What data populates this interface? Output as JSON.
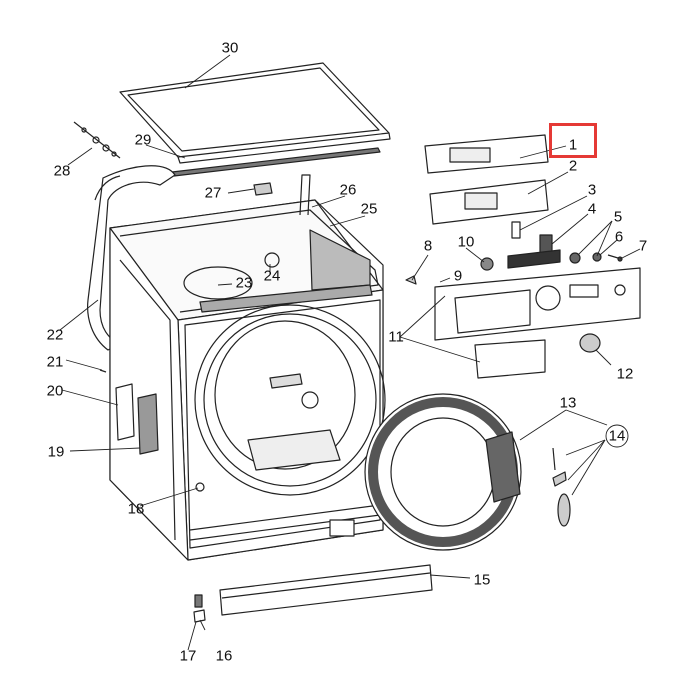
{
  "diagram": {
    "highlight_color": "#e53935",
    "highlighted_part": "1",
    "part_labels": [
      "1",
      "2",
      "3",
      "4",
      "5",
      "6",
      "7",
      "8",
      "9",
      "10",
      "11",
      "12",
      "13",
      "14",
      "15",
      "16",
      "17",
      "18",
      "19",
      "20",
      "21",
      "22",
      "23",
      "24",
      "25",
      "26",
      "27",
      "28",
      "29",
      "30"
    ]
  }
}
